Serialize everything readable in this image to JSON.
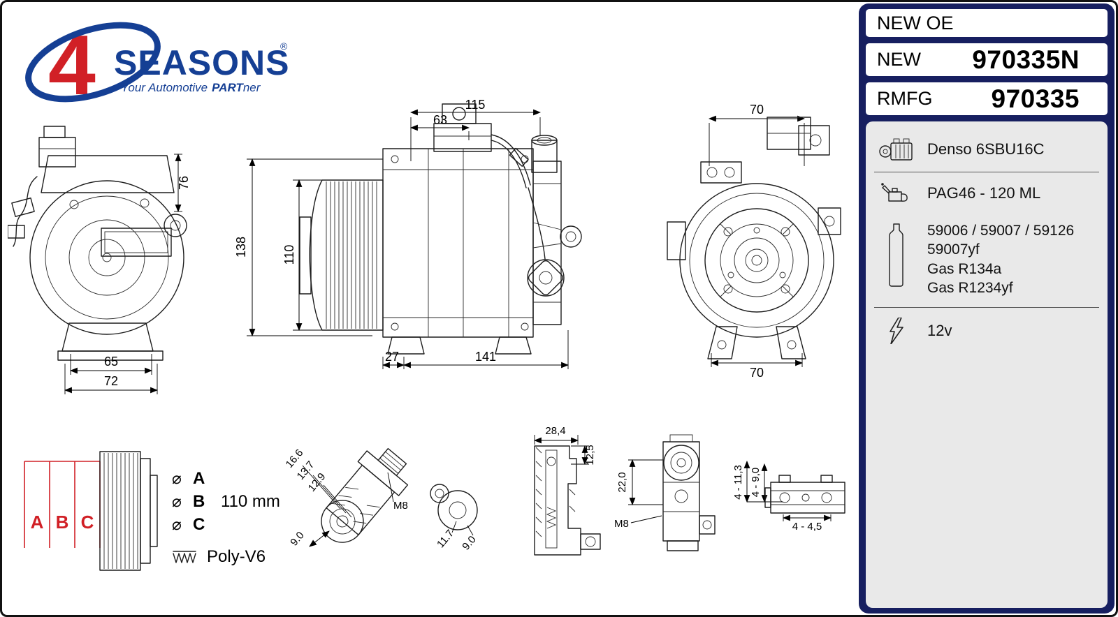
{
  "logo": {
    "four": "4",
    "seasons": "SEASONS",
    "reg": "®",
    "tagline_pre": "Your Automotive",
    "tagline_bold": "PART",
    "tagline_post": "ner"
  },
  "sidebar": {
    "row_new_oe": "NEW OE",
    "row_new": {
      "label": "NEW",
      "value": "970335N"
    },
    "row_rmfg": {
      "label": "RMFG",
      "value": "970335"
    },
    "specs": {
      "compressor_model": "Denso 6SBU16C",
      "oil_spec": "PAG46 - 120 ML",
      "service_codes_1": "59006 / 59007 / 59126",
      "service_codes_2": "59007yf",
      "gas_type_1": "Gas R134a",
      "gas_type_2": "Gas R1234yf",
      "voltage": "12v"
    }
  },
  "side_view": {
    "dim_height": "76",
    "dim_width_inner": "65",
    "dim_width_outer": "72"
  },
  "main_view": {
    "dim_top_total": "115",
    "dim_top_partial": "63",
    "dim_height_total": "138",
    "dim_pulley_diameter": "110",
    "dim_bottom_front": "27",
    "dim_bottom_body": "141"
  },
  "front_view": {
    "dim_top": "70",
    "dim_bottom": "70"
  },
  "pulley": {
    "zone_a": "A",
    "zone_b": "B",
    "zone_c": "C",
    "dia_symbol": "⌀",
    "legend_a": "A",
    "legend_b": "B",
    "legend_c": "C",
    "diameter_value": "110 mm",
    "belt_type": "Poly-V6"
  },
  "fittings": {
    "elbow": {
      "dim1": "16.6",
      "dim2": "13.7",
      "dim3": "12.9",
      "dim4": "9.0",
      "thread": "M8"
    },
    "flange": {
      "dim1": "11.7",
      "dim2": "9.0"
    },
    "valve_section": {
      "dim_width": "28,4",
      "dim_depth": "12,5"
    },
    "valve_body": {
      "dim_height": "22,0",
      "thread": "M8"
    },
    "manifold": {
      "dim_holes_1": "4 - 11,3",
      "dim_holes_2": "4 - 9,0",
      "dim_holes_3": "4 - 4,5"
    }
  }
}
